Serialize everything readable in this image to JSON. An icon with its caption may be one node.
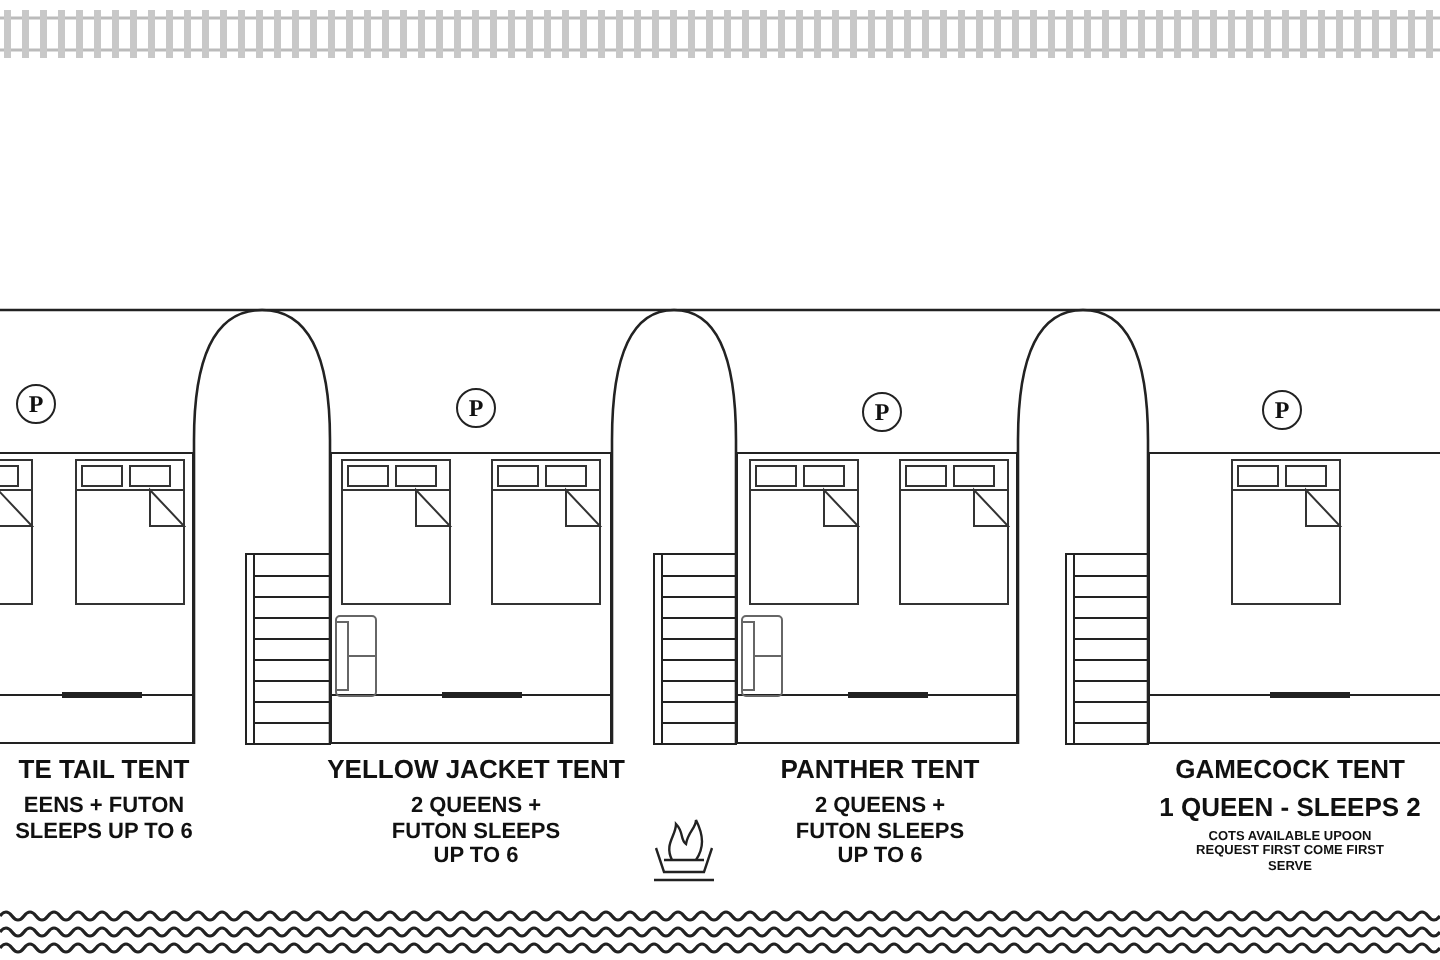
{
  "diagram": {
    "nodes": [
      {
        "text": [
          "TE TAIL TENT",
          "EENS + FUTON SLEEPS UP TO 6"
        ]
      },
      {
        "text": [
          "YELLOW JACKET TENT",
          "2 QUEENS + FUTON SLEEPS UP TO 6"
        ]
      },
      {
        "text": [
          "PANTHER TENT",
          "2 QUEENS + FUTON SLEEPS UP TO 6"
        ]
      },
      {
        "text": [
          "GAMECOCK TENT",
          "1 QUEEN - SLEEPS 2",
          "COTS AVAILABLE UPOON REQUEST FIRST COME FIRST SERVE"
        ]
      }
    ],
    "labels": [
      "P",
      "P",
      "P",
      "P"
    ]
  }
}
